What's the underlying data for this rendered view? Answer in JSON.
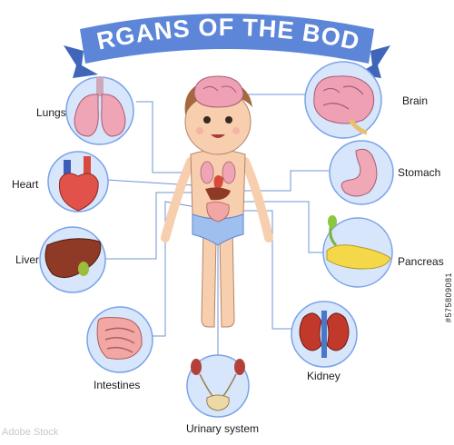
{
  "title": "ORGANS OF THE BODY",
  "organs": {
    "lungs": "Lungs",
    "heart": "Heart",
    "liver": "Liver",
    "intestines": "Intestines",
    "urinary": "Urinary system",
    "kidney": "Kidney",
    "pancreas": "Pancreas",
    "stomach": "Stomach",
    "brain": "Brain"
  },
  "stock_id": "#575809081",
  "watermark_text": "Adobe Stock",
  "colors": {
    "banner": "#5d86d8",
    "circle_fill": "#d7e6fb",
    "circle_stroke": "#7aa3e8",
    "connector": "#6d94d6"
  }
}
